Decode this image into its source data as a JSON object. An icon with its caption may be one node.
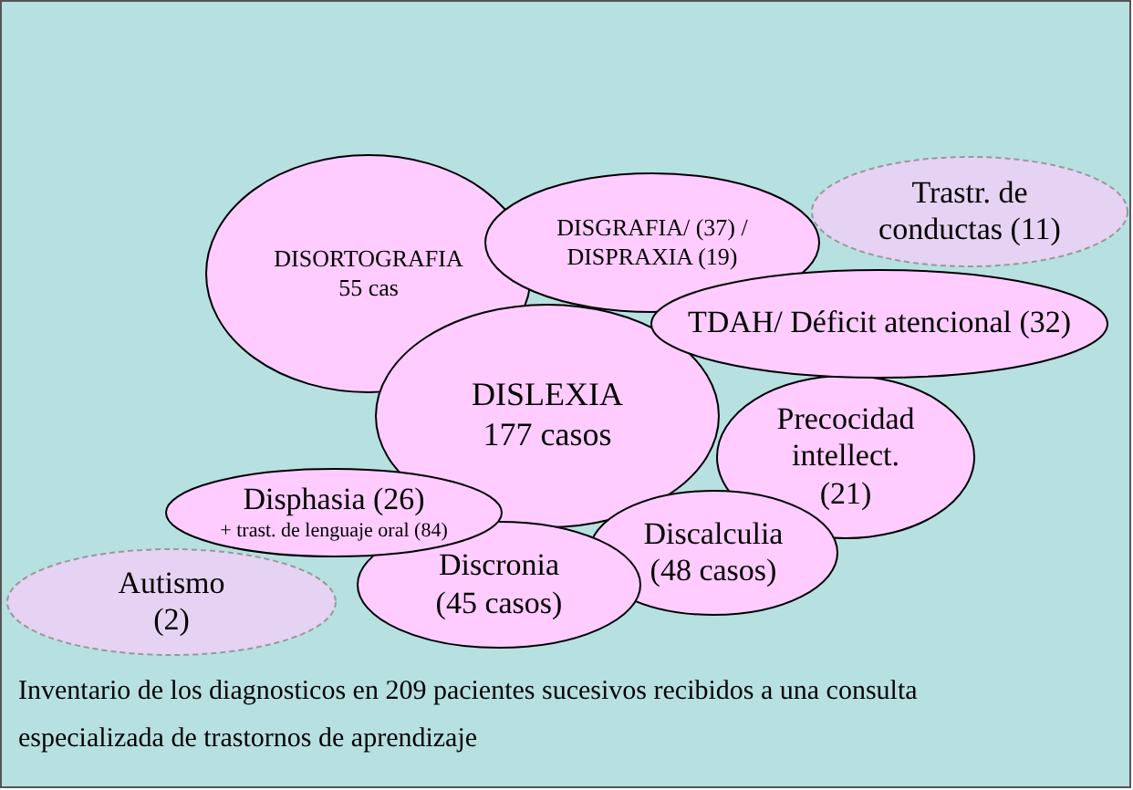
{
  "diagram": {
    "nodes": [
      {
        "text": [
          "DISORTOGRAFIA",
          "55 cas"
        ]
      },
      {
        "text": [
          "DISGRAFIA/ (37) / DISPRAXIA (19)"
        ]
      },
      {
        "text": [
          "Trastr.  de conductas (11)"
        ]
      },
      {
        "text": [
          "TDAH/ Déficit atencional (32)"
        ]
      },
      {
        "text": [
          "DISLEXIA 177 casos"
        ]
      },
      {
        "text": [
          "Precocidad intellect. (21)"
        ]
      },
      {
        "text": [
          "Disphasia (26)",
          "+ trast. de lenguaje oral (84)"
        ]
      },
      {
        "text": [
          "Autismo (2)"
        ]
      },
      {
        "text": [
          "Discronia (45 casos)"
        ]
      },
      {
        "text": [
          "Discalculia (48 casos)"
        ]
      }
    ],
    "caption": "Inventario de los diagnosticos en 209 pacientes sucesivos recibidos a una consulta especializada de trastornos de aprendizaje"
  }
}
